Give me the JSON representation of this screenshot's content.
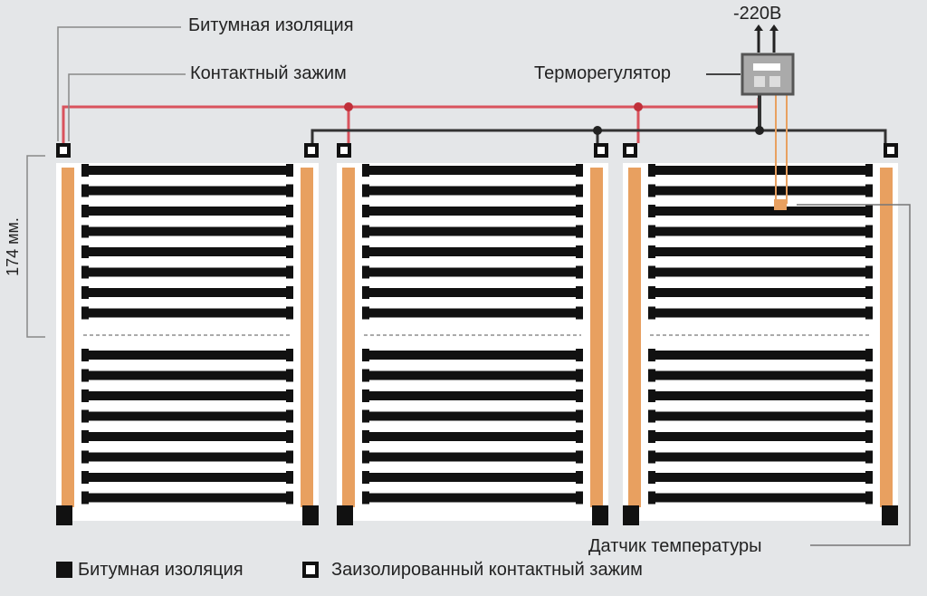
{
  "labels": {
    "bitumen": "Битумная изоляция",
    "clamp": "Контактный зажим",
    "voltage": "-220В",
    "thermostat": "Терморегулятор",
    "dimension": "174 мм.",
    "sensor": "Датчик температуры"
  },
  "legend": {
    "bitumen": "Битумная изоляция",
    "insulated_clamp": "Заизолированный контактный зажим"
  },
  "colors": {
    "red_wire": "#d9535d",
    "black_wire": "#333333",
    "copper": "#e8a060",
    "strip": "#111111"
  },
  "panels": 3,
  "strips_per_half": 8
}
